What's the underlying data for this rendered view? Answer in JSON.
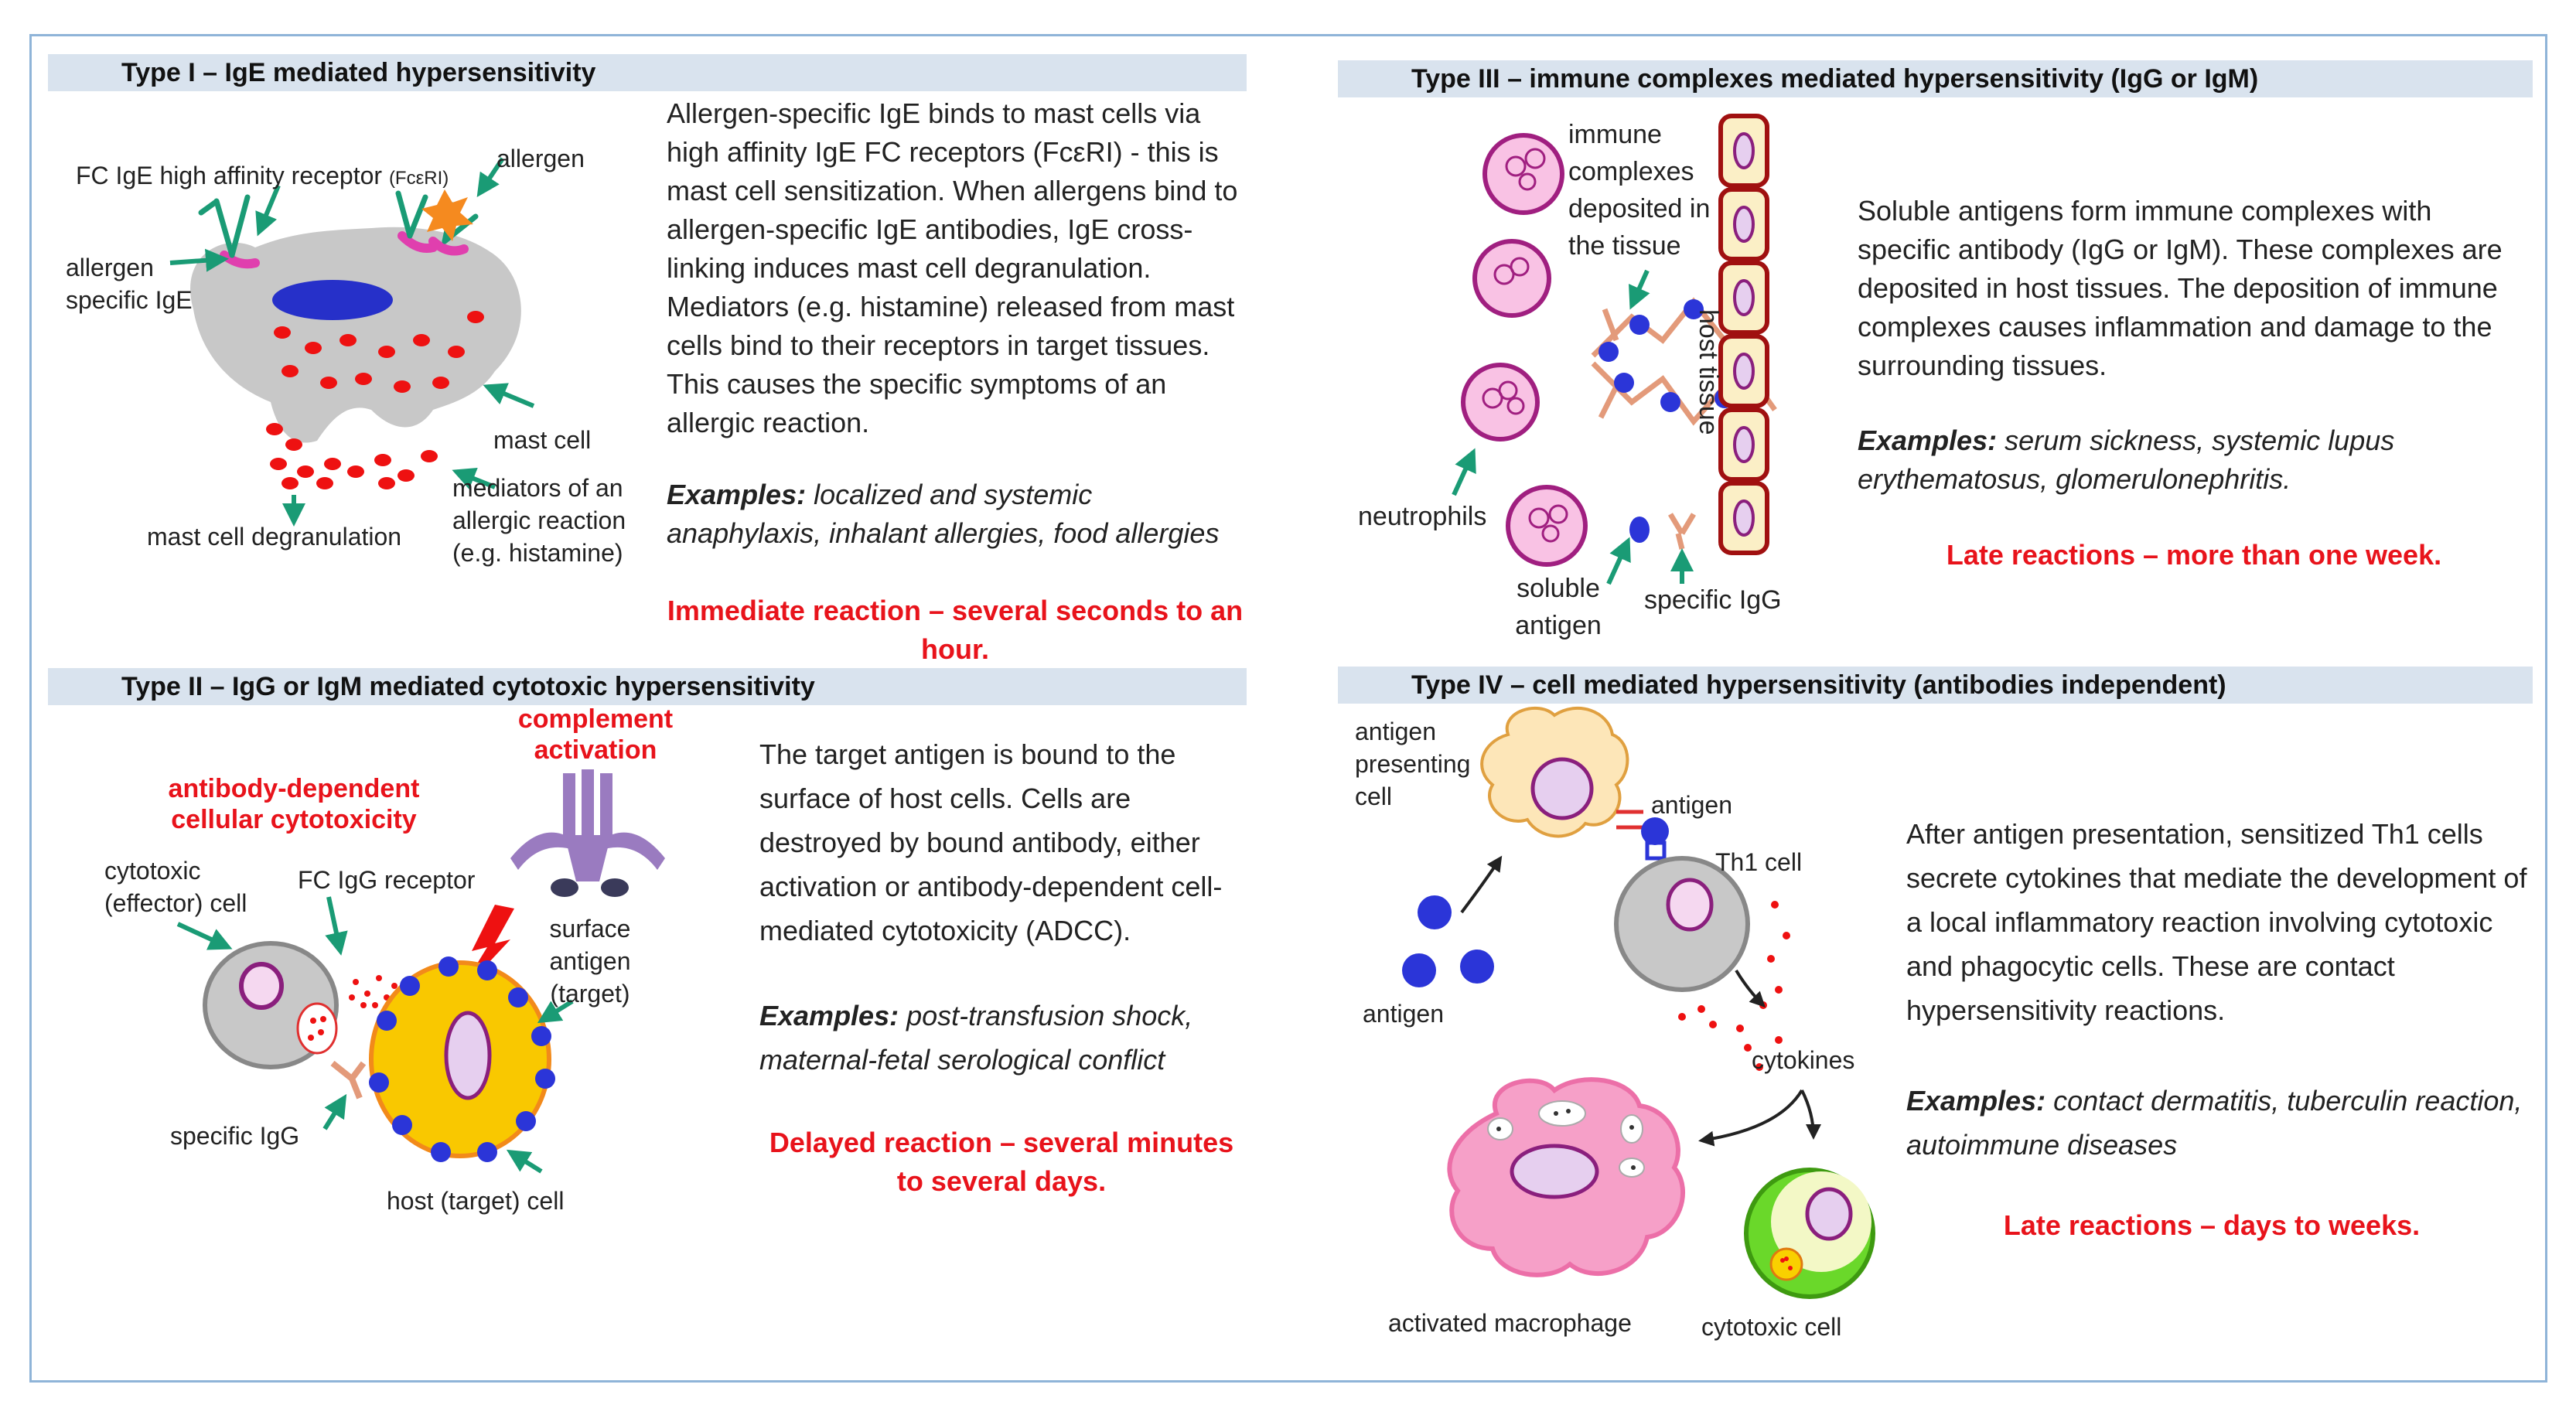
{
  "type1": {
    "header": "Type I – IgE mediated hypersensitivity",
    "description": "Allergen-specific IgE binds to mast cells via high affinity IgE FC receptors (FcεRI) - this is mast cell sensitization. When allergens bind to allergen-specific IgE antibodies, IgE cross-linking induces mast cell degranulation. Mediators (e.g. histamine) released from mast cells bind to their receptors in target tissues. This causes the specific symptoms of an allergic reaction.",
    "examples_label": "Examples:",
    "examples": "localized and systemic anaphylaxis, inhalant allergies, food allergies",
    "timing": "Immediate reaction – several seconds to an hour.",
    "labels": {
      "fc_receptor": "FC IgE high affinity receptor",
      "fc_receptor_sub": "(FcεRI)",
      "allergen": "allergen",
      "allergen_specific_ige": "allergen specific IgE",
      "mast_cell": "mast cell",
      "mediators": "mediators of an allergic reaction (e.g. histamine)",
      "degranulation": "mast cell degranulation"
    }
  },
  "type2": {
    "header": "Type II – IgG or IgM mediated cytotoxic hypersensitivity",
    "description": "The target antigen is bound to the surface of host cells. Cells are destroyed by bound antibody, either activation or antibody-dependent cell-mediated cytotoxicity (ADCC).",
    "examples_label": "Examples:",
    "examples": "post-transfusion shock, maternal-fetal serological conflict",
    "timing": "Delayed reaction – several minutes to several days.",
    "labels": {
      "complement": "complement activation",
      "adcc": "antibody-dependent cellular cytotoxicity",
      "cytotoxic_cell": "cytotoxic (effector) cell",
      "fc_igg_receptor": "FC IgG receptor",
      "surface_antigen": "surface antigen (target)",
      "specific_igg": "specific IgG",
      "host_cell": "host (target) cell"
    }
  },
  "type3": {
    "header": "Type III – immune complexes mediated hypersensitivity (IgG or IgM)",
    "description": "Soluble antigens form immune complexes with specific antibody (IgG or IgM). These complexes are deposited in host tissues. The deposition of immune complexes causes inflammation and damage to the surrounding tissues.",
    "examples_label": "Examples:",
    "examples": "serum sickness, systemic lupus erythematosus, glomerulonephritis.",
    "timing": "Late reactions – more than one week.",
    "labels": {
      "immune_complexes": "immune complexes deposited in the tissue",
      "host_tissue": "host tissue",
      "neutrophils": "neutrophils",
      "soluble_antigen": "soluble antigen",
      "specific_igg": "specific IgG"
    }
  },
  "type4": {
    "header": "Type IV – cell mediated hypersensitivity (antibodies independent)",
    "description": "After antigen presentation, sensitized Th1 cells secrete cytokines that mediate the development of a local inflammatory reaction involving cytotoxic and phagocytic cells. These are contact hypersensitivity reactions.",
    "examples_label": "Examples:",
    "examples": "contact dermatitis, tuberculin reaction, autoimmune diseases",
    "timing": "Late reactions – days to weeks.",
    "labels": {
      "apc": "antigen presenting cell",
      "antigen_top": "antigen",
      "th1": "Th1 cell",
      "antigen_left": "antigen",
      "cytokines": "cytokines",
      "macrophage": "activated macrophage",
      "cytotoxic_cell": "cytotoxic cell"
    }
  },
  "colors": {
    "header_bg": "#d9e3ee",
    "timing_red": "#e8131b",
    "arrow_green": "#1a9b75",
    "antibody_magenta": "#e03fae",
    "mast_cell_gray": "#c8c8c8",
    "antigen_blue": "#2b35d8"
  }
}
